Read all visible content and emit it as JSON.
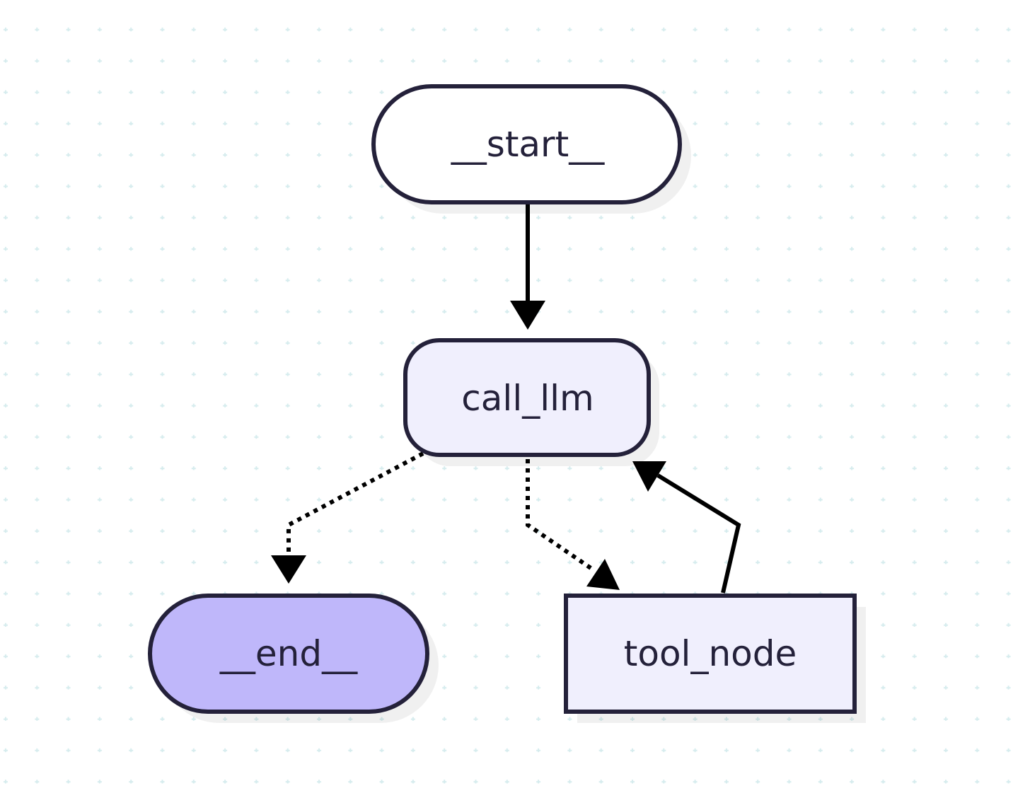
{
  "diagram": {
    "background": "#ffffff",
    "grid_color": "#d6ecee",
    "nodes": [
      {
        "id": "start",
        "label": "__start__",
        "shape": "stadium",
        "fill": "#ffffff"
      },
      {
        "id": "call_llm",
        "label": "call_llm",
        "shape": "rounded-rect",
        "fill": "#f0effd"
      },
      {
        "id": "end",
        "label": "__end__",
        "shape": "stadium",
        "fill": "#bfb7fa"
      },
      {
        "id": "tool_node",
        "label": "tool_node",
        "shape": "rect",
        "fill": "#f0effd"
      }
    ],
    "edges": [
      {
        "from": "start",
        "to": "call_llm",
        "style": "solid"
      },
      {
        "from": "call_llm",
        "to": "end",
        "style": "dotted"
      },
      {
        "from": "call_llm",
        "to": "tool_node",
        "style": "dotted"
      },
      {
        "from": "tool_node",
        "to": "call_llm",
        "style": "solid"
      }
    ]
  }
}
